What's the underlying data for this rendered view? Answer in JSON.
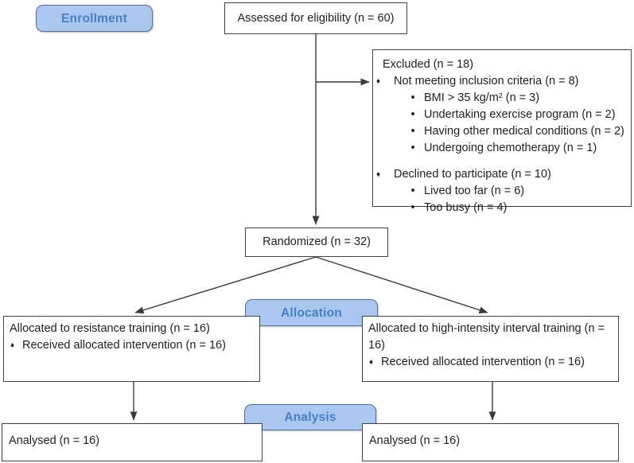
{
  "colors": {
    "badge_fill": "#aac7f0",
    "badge_border": "#5c6d90",
    "badge_text": "#4a80c2",
    "box_border": "#424242",
    "connector": "#3a3a3a",
    "text": "#1f1f1f"
  },
  "bullets": {
    "diamond": "♦",
    "dot": "•"
  },
  "stages": {
    "enrollment": "Enrollment",
    "allocation": "Allocation",
    "analysis": "Analysis"
  },
  "enrollment": {
    "assessed": "Assessed for eligibility (n = 60)",
    "excluded": {
      "title": "Excluded (n = 18)",
      "items": [
        {
          "level": 1,
          "text": "Not meeting inclusion criteria (n = 8)"
        },
        {
          "level": 2,
          "text": "BMI > 35 kg/m² (n = 3)"
        },
        {
          "level": 2,
          "text": "Undertaking exercise program (n = 2)"
        },
        {
          "level": 2,
          "text": "Having other medical conditions (n = 2)"
        },
        {
          "level": 2,
          "text": "Undergoing chemotherapy (n = 1)"
        },
        {
          "level": 1,
          "text": "Declined to participate (n = 10)"
        },
        {
          "level": 2,
          "text": "Lived too far (n = 6)"
        },
        {
          "level": 2,
          "text": "Too busy (n = 4)"
        }
      ]
    },
    "randomized": "Randomized (n = 32)"
  },
  "allocation": {
    "left": {
      "title": "Allocated to resistance training (n = 16)",
      "detail": "Received allocated intervention (n = 16)"
    },
    "right": {
      "title": "Allocated to high-intensity interval training (n = 16)",
      "detail": "Received allocated intervention (n = 16)"
    }
  },
  "analysis": {
    "left": "Analysed (n = 16)",
    "right": "Analysed (n = 16)"
  }
}
